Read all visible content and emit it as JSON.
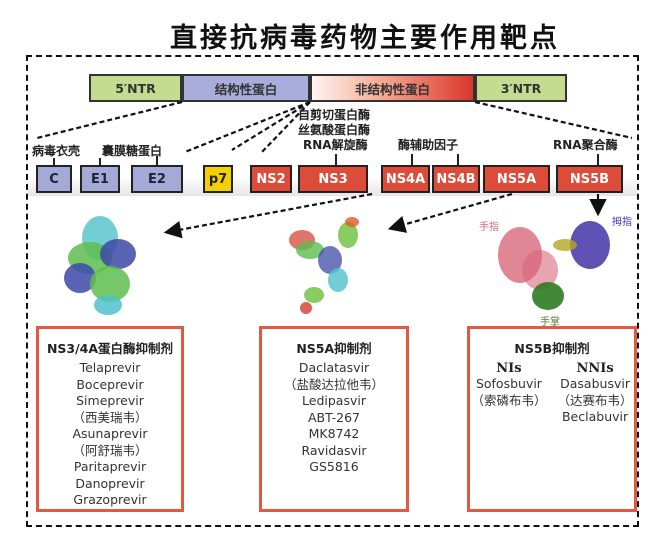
{
  "title": "直接抗病毒药物主要作用靶点",
  "genome": {
    "segments": [
      {
        "label": "5′NTR",
        "color": "#c3dc8f"
      },
      {
        "label": "结构性蛋白",
        "color": "#a9addb"
      },
      {
        "label": "非结构性蛋白",
        "color": "#dd4b39"
      },
      {
        "label": "3′NTR",
        "color": "#c3dc8f"
      }
    ]
  },
  "group_labels": {
    "capsid": "病毒衣壳",
    "envelope": "囊膜糖蛋白",
    "ns3_func_1": "自剪切蛋白酶",
    "ns3_func_2": "丝氨酸蛋白酶",
    "ns3_func_3": "RNA解旋酶",
    "cofactor": "酶辅助因子",
    "polymerase": "RNA聚合酶"
  },
  "proteins": [
    {
      "label": "C",
      "type": "structural"
    },
    {
      "label": "E1",
      "type": "structural"
    },
    {
      "label": "E2",
      "type": "structural"
    },
    {
      "label": "p7",
      "type": "other"
    },
    {
      "label": "NS2",
      "type": "nonstructural"
    },
    {
      "label": "NS3",
      "type": "nonstructural"
    },
    {
      "label": "NS4A",
      "type": "nonstructural"
    },
    {
      "label": "NS4B",
      "type": "nonstructural"
    },
    {
      "label": "NS5A",
      "type": "nonstructural"
    },
    {
      "label": "NS5B",
      "type": "nonstructural"
    }
  ],
  "structure_labels": {
    "fingers": "手指",
    "thumb": "拇指",
    "palm": "手掌"
  },
  "drug_boxes": {
    "ns3": {
      "title": "NS3/4A蛋白酶抑制剂",
      "drugs": [
        "Telaprevir",
        "Boceprevir",
        "Simeprevir",
        "（西美瑞韦）",
        "Asunaprevir",
        "（阿舒瑞韦）",
        "Paritaprevir",
        "Danoprevir",
        "Grazoprevir"
      ]
    },
    "ns5a": {
      "title": "NS5A抑制剂",
      "drugs": [
        "Daclatasvir",
        "（盐酸达拉他韦）",
        "Ledipasvir",
        "ABT-267",
        "MK8742",
        "Ravidasvir",
        "GS5816"
      ]
    },
    "ns5b": {
      "title": "NS5B抑制剂",
      "nis": {
        "heading": "NIs",
        "drugs": [
          "Sofosbuvir",
          "（索磷布韦）"
        ]
      },
      "nnis": {
        "heading": "NNIs",
        "drugs": [
          "Dasabusvir",
          "（达赛布韦）",
          "Beclabuvir"
        ]
      }
    }
  },
  "colors": {
    "structural": "#a4aad8",
    "nonstructural": "#dd4b39",
    "p7": "#f5d000",
    "ntr": "#c3dc8f",
    "drug_box_border": "#e05a40"
  }
}
